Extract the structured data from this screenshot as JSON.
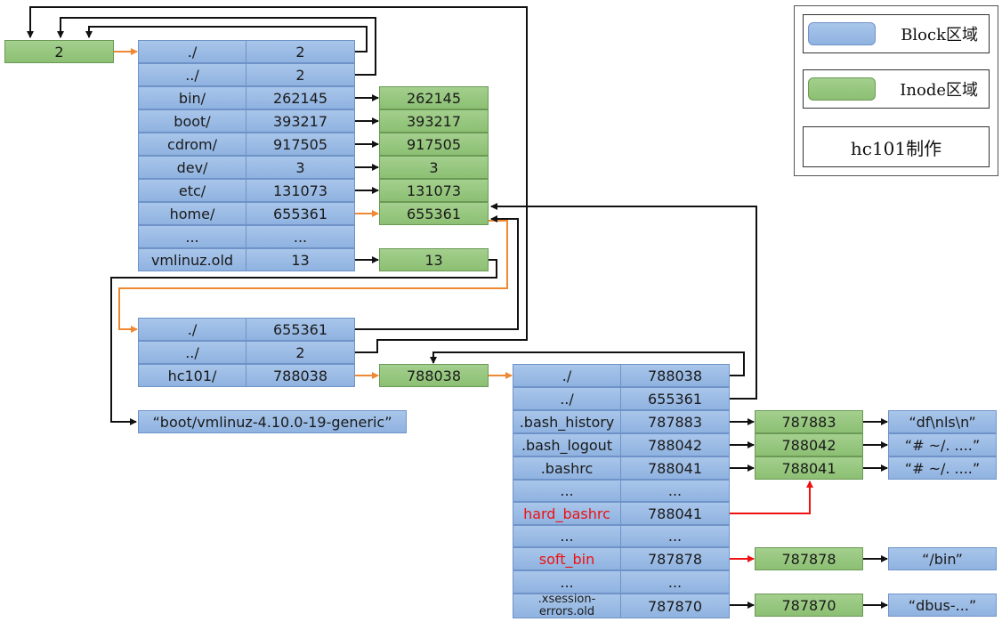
{
  "legend": {
    "block_label": "Block区域",
    "inode_label": "Inode区域",
    "credit": "hc101制作",
    "colors": {
      "block": "#9dbde6",
      "inode": "#97c77e",
      "highlight": "#ee1111",
      "link_orange": "#ee8833"
    }
  },
  "root_inode": "2",
  "root_dir": [
    {
      "name": "./",
      "inode": "2"
    },
    {
      "name": "../",
      "inode": "2"
    },
    {
      "name": "bin/",
      "inode": "262145"
    },
    {
      "name": "boot/",
      "inode": "393217"
    },
    {
      "name": "cdrom/",
      "inode": "917505"
    },
    {
      "name": "dev/",
      "inode": "3"
    },
    {
      "name": "etc/",
      "inode": "131073"
    },
    {
      "name": "home/",
      "inode": "655361"
    },
    {
      "name": "...",
      "inode": "..."
    },
    {
      "name": "vmlinuz.old",
      "inode": "13"
    }
  ],
  "root_targets": [
    "262145",
    "393217",
    "917505",
    "3",
    "131073",
    "655361",
    "13"
  ],
  "home_dir": [
    {
      "name": "./",
      "inode": "655361"
    },
    {
      "name": "../",
      "inode": "2"
    },
    {
      "name": "hc101/",
      "inode": "788038"
    }
  ],
  "symlink_block": "“boot/vmlinuz-4.10.0-19-generic”",
  "hc101_inode": "788038",
  "hc101_dir": [
    {
      "name": "./",
      "inode": "788038"
    },
    {
      "name": "../",
      "inode": "655361"
    },
    {
      "name": ".bash_history",
      "inode": "787883"
    },
    {
      "name": ".bash_logout",
      "inode": "788042"
    },
    {
      "name": ".bashrc",
      "inode": "788041"
    },
    {
      "name": "...",
      "inode": "..."
    },
    {
      "name": "hard_bashrc",
      "inode": "788041"
    },
    {
      "name": "...",
      "inode": "..."
    },
    {
      "name": "soft_bin",
      "inode": "787878"
    },
    {
      "name": "...",
      "inode": "..."
    },
    {
      "name": ".xsession-errors.old",
      "inode": "787870"
    }
  ],
  "file_inodes": [
    "787883",
    "788042",
    "788041",
    "787878",
    "787870"
  ],
  "data_blocks": [
    "“df\\nls\\n”",
    "“# ~/.  ....”",
    "“# ~/.  ....”",
    "“/bin”",
    "“dbus-...”"
  ]
}
